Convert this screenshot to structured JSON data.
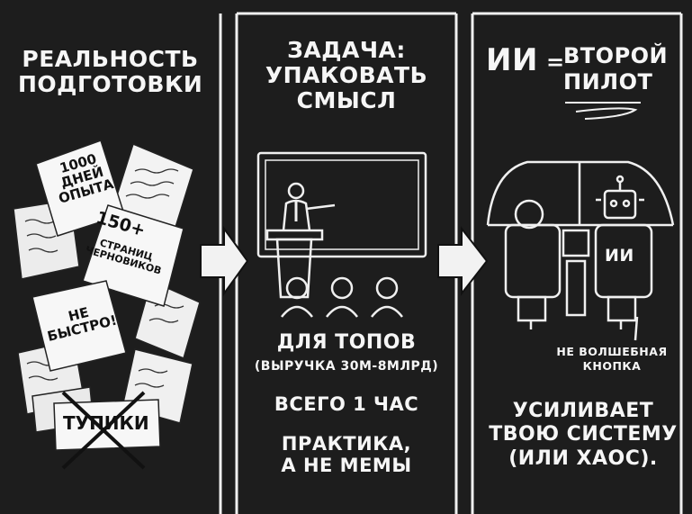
{
  "panels": [
    {
      "title": "РЕАЛЬНОСТЬ\nПОДГОТОВКИ",
      "papers": {
        "days": "1000\nДНЕЙ\nОПЫТА",
        "pages_num": "150+",
        "pages_text": "СТРАНИЦ\nЧЕРНОВИКОВ",
        "not_fast": "НЕ\nБЫСТРО!",
        "dead_ends": "ТУПИКИ"
      }
    },
    {
      "title": "ЗАДАЧА:\nУПАКОВАТЬ\nСМЫСЛ",
      "audience": "ДЛЯ ТОПОВ",
      "revenue": "(ВЫРУЧКА 30М-8МЛРД)",
      "duration": "ВСЕГО 1 ЧАС",
      "practice": "ПРАКТИКА,\nА НЕ МЕМЫ"
    },
    {
      "title_ai": "ИИ",
      "title_eq": "=",
      "title_copilot": "ВТОРОЙ\nПИЛОТ",
      "chair_label": "ИИ",
      "not_button": "НЕ ВОЛШЕБНАЯ\nКНОПКА",
      "amplifies": "УСИЛИВАЕТ\nТВОЮ СИСТЕМУ\n(ИЛИ ХАОС)."
    }
  ]
}
